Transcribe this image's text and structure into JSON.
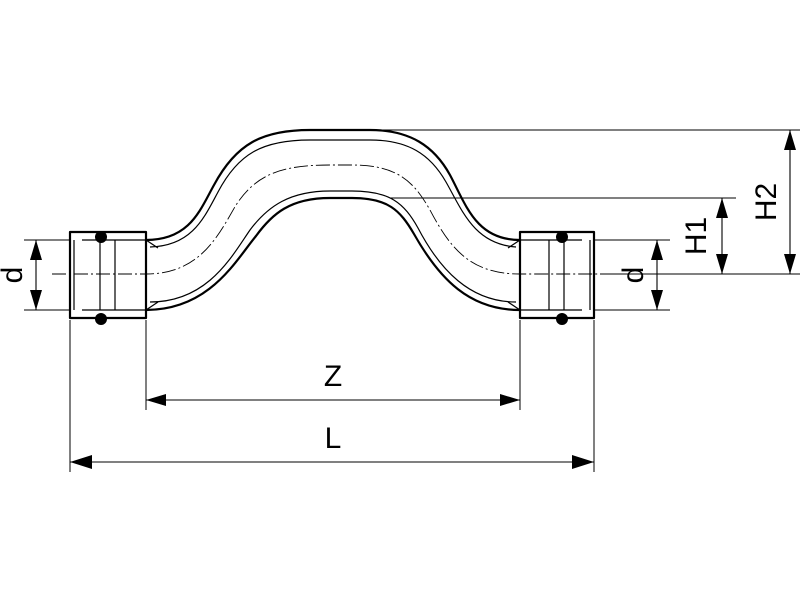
{
  "labels": {
    "z": "Z",
    "l": "L",
    "d_left": "d",
    "d_right": "d",
    "h1": "H1",
    "h2": "H2"
  }
}
